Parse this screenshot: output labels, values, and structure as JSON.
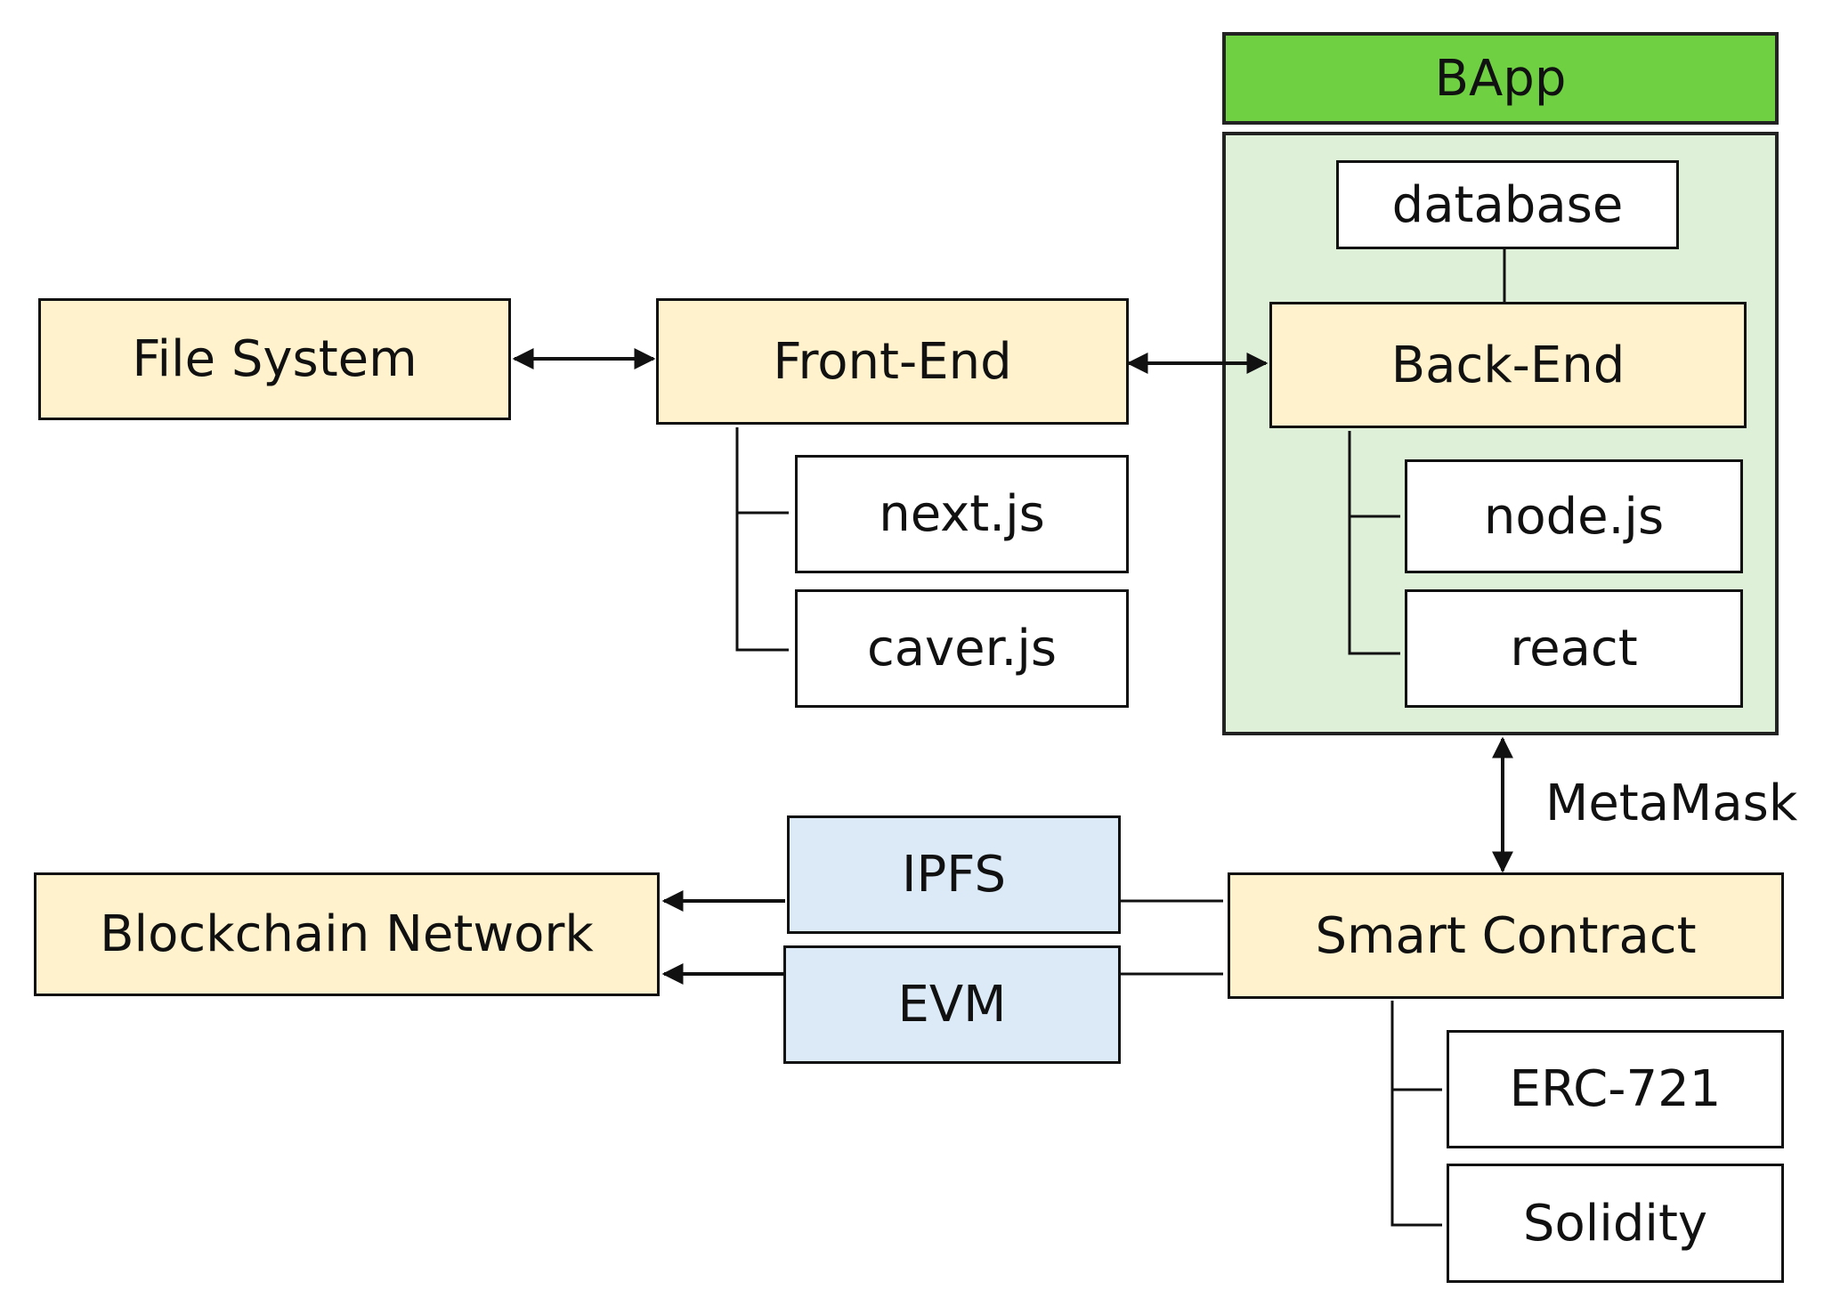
{
  "colors": {
    "component_fill": "#fff2cc",
    "tech_fill": "#ffffff",
    "infra_fill": "#dbeaf6",
    "bapp_header_fill": "#6fd142",
    "bapp_region_fill": "#dff0d9",
    "stroke": "#111111"
  },
  "bapp": {
    "title": "BApp"
  },
  "nodes": {
    "file_system": "File System",
    "front_end": "Front-End",
    "back_end": "Back-End",
    "database": "database",
    "next_js": "next.js",
    "caver_js": "caver.js",
    "node_js": "node.js",
    "react": "react",
    "blockchain_network": "Blockchain Network",
    "ipfs": "IPFS",
    "evm": "EVM",
    "smart_contract": "Smart Contract",
    "erc_721": "ERC-721",
    "solidity": "Solidity"
  },
  "edges": [
    {
      "from": "file_system",
      "to": "front_end",
      "direction": "both"
    },
    {
      "from": "front_end",
      "to": "back_end",
      "direction": "both"
    },
    {
      "from": "bapp",
      "to": "smart_contract",
      "direction": "both",
      "label": "MetaMask"
    },
    {
      "from": "smart_contract",
      "to": "blockchain_network",
      "via": "ipfs",
      "direction": "forward"
    },
    {
      "from": "smart_contract",
      "to": "blockchain_network",
      "via": "evm",
      "direction": "forward"
    },
    {
      "from": "database",
      "to": "back_end",
      "direction": "none"
    },
    {
      "from": "front_end",
      "to": "next_js",
      "direction": "none"
    },
    {
      "from": "front_end",
      "to": "caver_js",
      "direction": "none"
    },
    {
      "from": "back_end",
      "to": "node_js",
      "direction": "none"
    },
    {
      "from": "back_end",
      "to": "react",
      "direction": "none"
    },
    {
      "from": "smart_contract",
      "to": "erc_721",
      "direction": "none"
    },
    {
      "from": "smart_contract",
      "to": "solidity",
      "direction": "none"
    }
  ]
}
